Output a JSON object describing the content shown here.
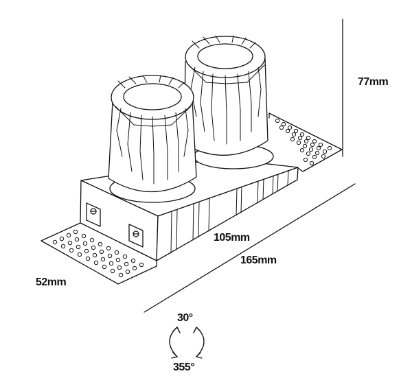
{
  "dimensions": {
    "height": "77mm",
    "inner_length": "105mm",
    "outer_length": "165mm",
    "width": "52mm"
  },
  "angles": {
    "tilt": "30°",
    "rotation": "355°"
  },
  "colors": {
    "line": "#111111",
    "background": "#ffffff"
  }
}
